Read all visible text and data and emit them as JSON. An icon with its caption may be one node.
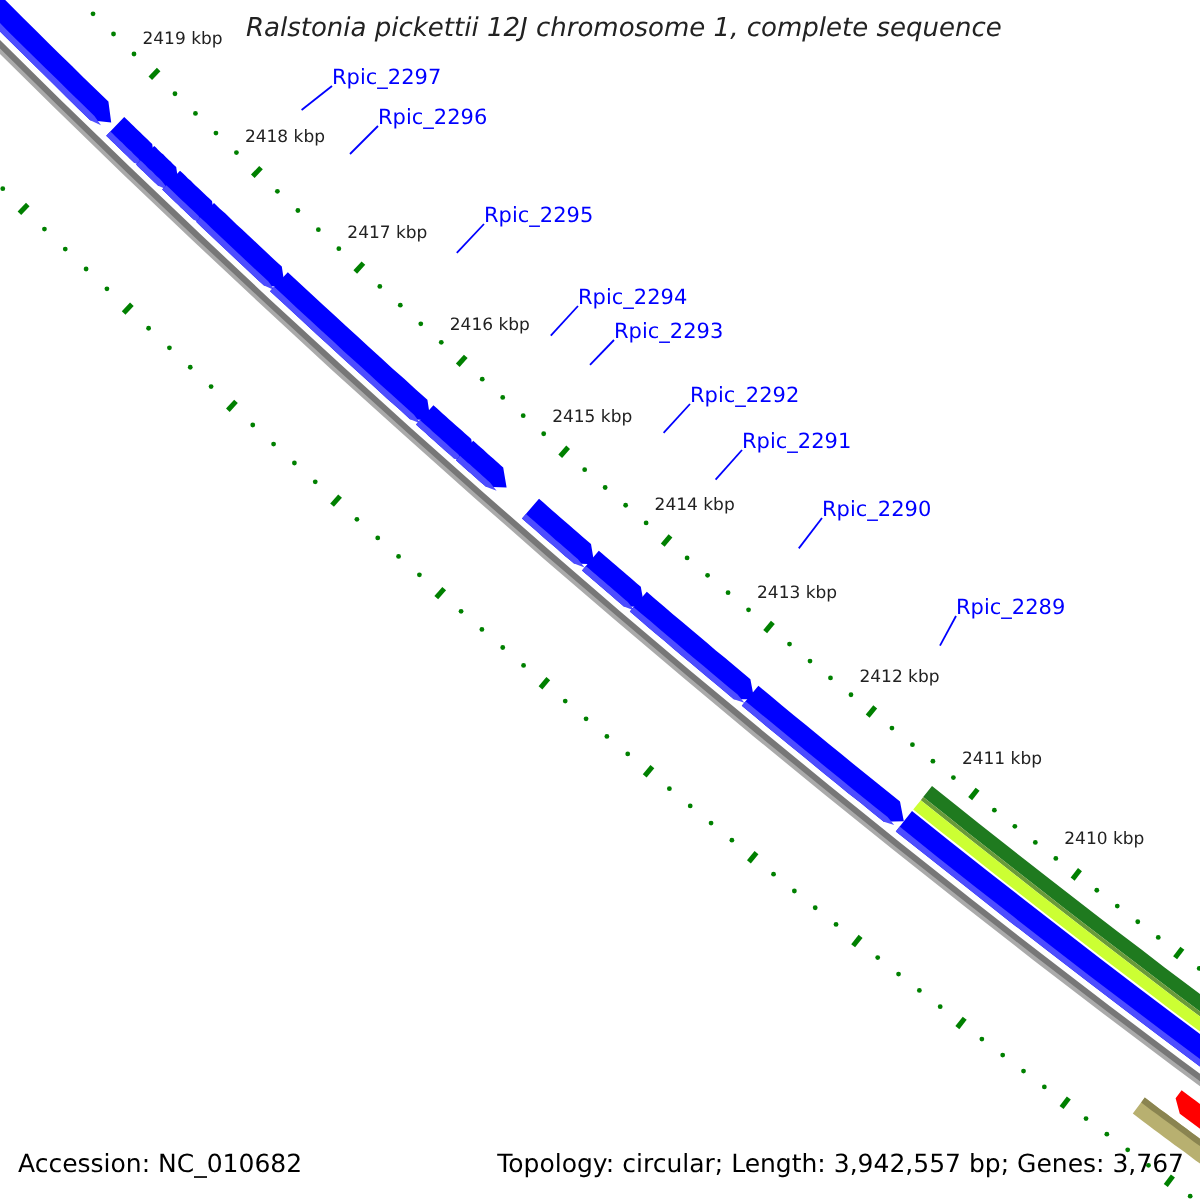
{
  "diagram": {
    "title": "Ralstonia pickettii 12J chromosome 1, complete sequence",
    "nodes": [
      {
        "text": [
          "Rpic_2297"
        ]
      },
      {
        "text": [
          "Rpic_2296"
        ]
      },
      {
        "text": [
          "Rpic_2295"
        ]
      },
      {
        "text": [
          "Rpic_2294"
        ]
      },
      {
        "text": [
          "Rpic_2293"
        ]
      },
      {
        "text": [
          "Rpic_2292"
        ]
      },
      {
        "text": [
          "Rpic_2291"
        ]
      },
      {
        "text": [
          "Rpic_2290"
        ]
      },
      {
        "text": [
          "Rpic_2289"
        ]
      }
    ],
    "edges": [
      {
        "from": 0,
        "to": null,
        "arrow": "none"
      },
      {
        "from": 1,
        "to": null,
        "arrow": "none"
      },
      {
        "from": 2,
        "to": null,
        "arrow": "none"
      },
      {
        "from": 3,
        "to": null,
        "arrow": "none"
      },
      {
        "from": 4,
        "to": null,
        "arrow": "none"
      },
      {
        "from": 5,
        "to": null,
        "arrow": "none"
      },
      {
        "from": 6,
        "to": null,
        "arrow": "none"
      },
      {
        "from": 7,
        "to": null,
        "arrow": "none"
      },
      {
        "from": 8,
        "to": null,
        "arrow": "none"
      }
    ],
    "labels": [
      "2419 kbp",
      "2418 kbp",
      "2417 kbp",
      "2416 kbp",
      "2415 kbp",
      "2414 kbp",
      "2413 kbp",
      "2412 kbp",
      "2411 kbp",
      "2410 kbp",
      "Accession: NC_010682",
      "Topology: circular; Length: 3,942,557 bp; Genes: 3,767"
    ]
  }
}
